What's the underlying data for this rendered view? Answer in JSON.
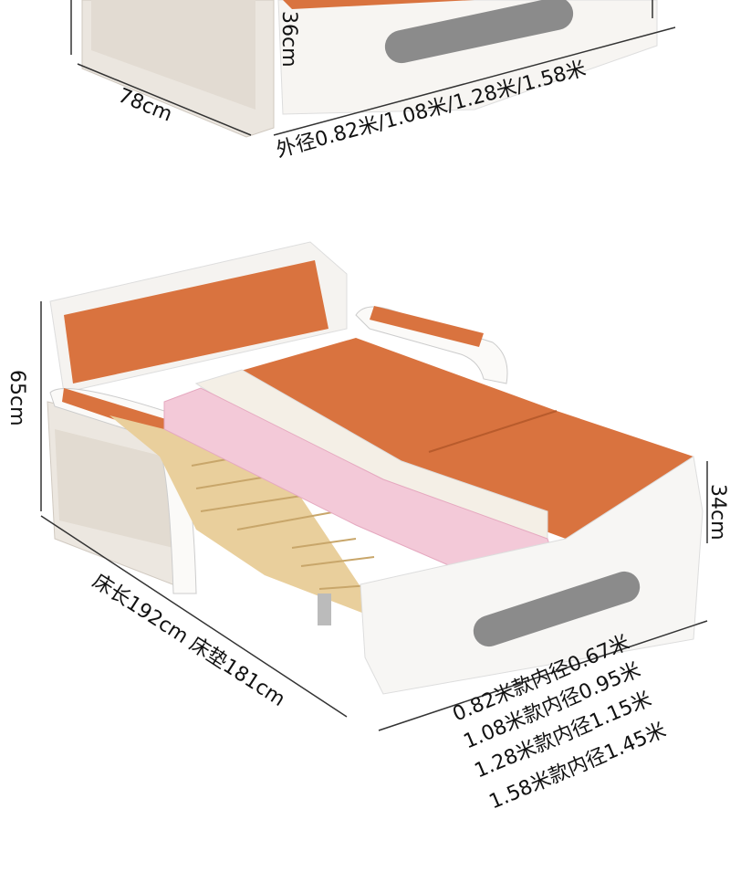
{
  "top_product": {
    "height_label": "36cm",
    "depth_label": "78cm",
    "outer_width_label": "外径0.82米/1.08米/1.28米/1.58米"
  },
  "main_product": {
    "height_label": "65cm",
    "seat_height_label": "34cm",
    "length_label": "床长192cm 床垫181cm",
    "inner_widths": [
      "0.82米款内径0.67米",
      "1.08米款内径0.95米",
      "1.28米款内径1.15米",
      "1.58米款内径1.45米"
    ]
  },
  "colors": {
    "leather": "#d9733f",
    "frame": "#f3f0ec",
    "wood": "#e9cf9c",
    "foam": "#f3c9d8",
    "latex": "#f4efe6",
    "handle": "#8b8b8b"
  }
}
